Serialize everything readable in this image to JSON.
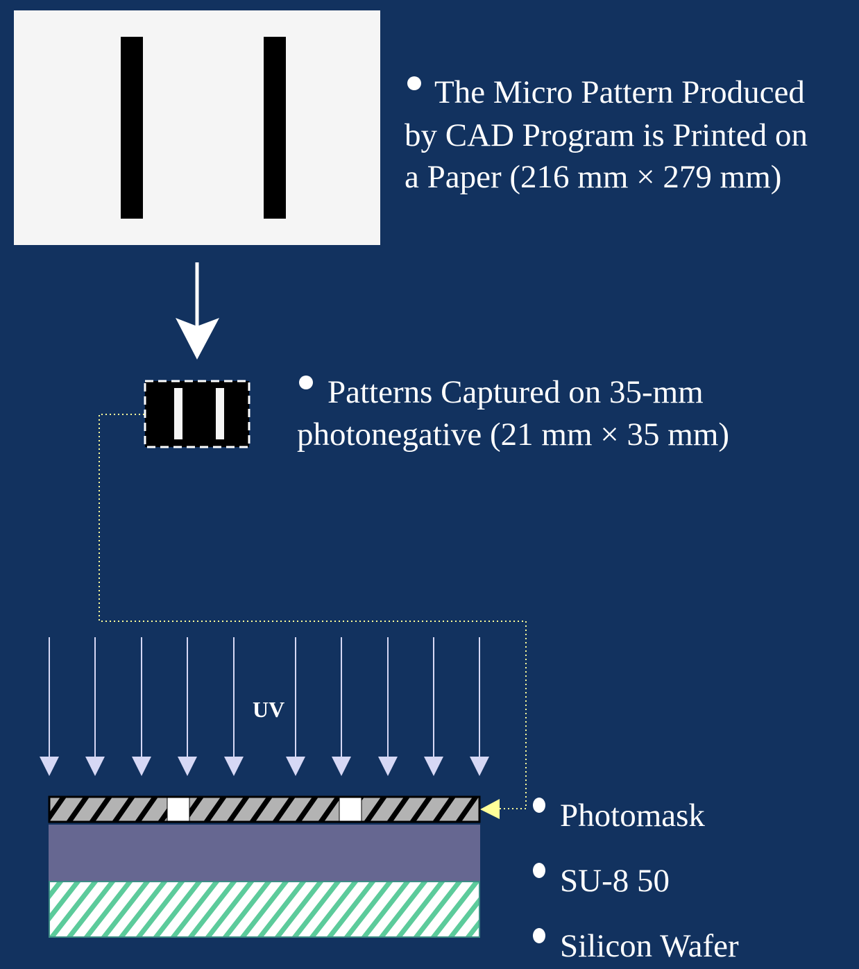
{
  "colors": {
    "background": "#12325f",
    "paper": "#f5f5f5",
    "uv_arrow": "#d6d8f5",
    "connector": "#ffff99",
    "su8": "#666791",
    "wafer_stripe": "#5ccb9b",
    "mask_hatch": "#b3b3b3"
  },
  "step1": {
    "lines": [
      "The Micro Pattern Produced",
      "by CAD Program is Printed on",
      "a Paper (216 mm × 279 mm)"
    ]
  },
  "step2": {
    "lines": [
      "Patterns Captured on 35-mm",
      "photonegative (21 mm × 35 mm)"
    ]
  },
  "uv_label": "UV",
  "layers": {
    "photomask": "Photomask",
    "su8": "SU-8 50",
    "wafer": "Silicon Wafer"
  }
}
